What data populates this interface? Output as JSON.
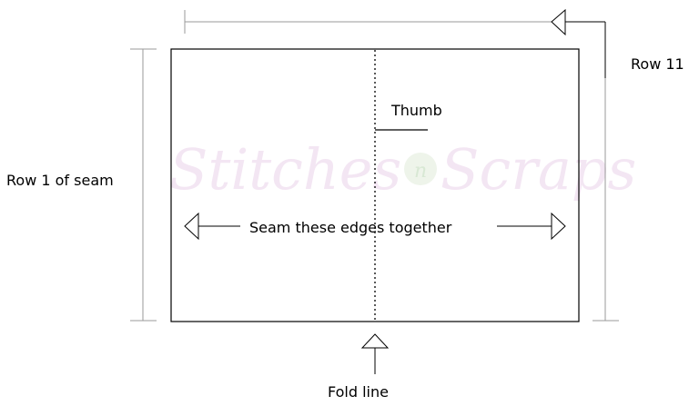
{
  "labels": {
    "row_1": "Row 1 of seam",
    "row_11": "Row 11",
    "thumb": "Thumb",
    "seam": "Seam these edges together",
    "fold": "Fold line"
  },
  "watermark": {
    "text_left": "Stitches",
    "text_mid": "n",
    "text_right": "Scraps",
    "color": "#f3e6f3"
  },
  "colors": {
    "outline": "#000000",
    "guide": "#9a9a9a"
  }
}
